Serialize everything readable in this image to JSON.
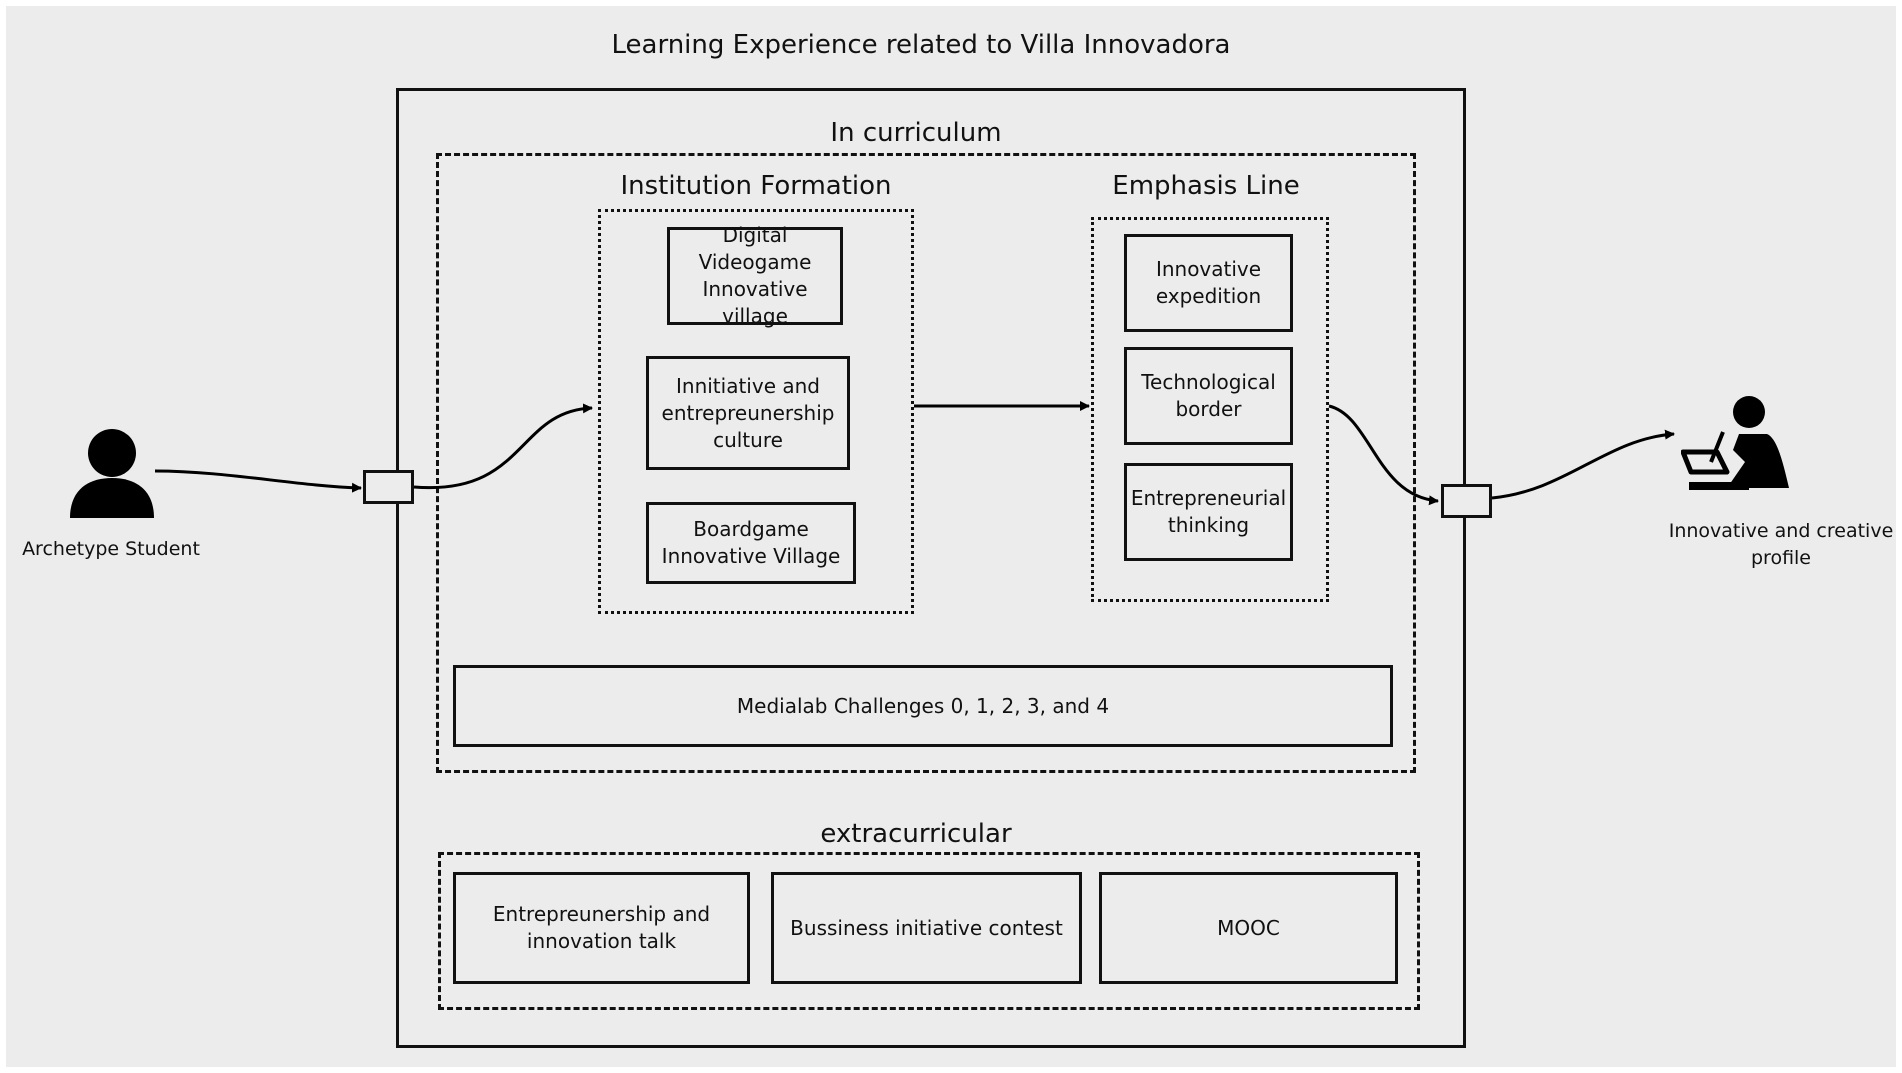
{
  "title": "Learning Experience related to Villa Innovadora",
  "left_actor": {
    "label": "Archetype Student",
    "icon": "person-icon"
  },
  "right_actor": {
    "label": "Innovative and creative profile",
    "icon": "person-writing-icon"
  },
  "curriculum": {
    "label": "In curriculum",
    "institution": {
      "label": "Institution Formation",
      "items": [
        "Digital Videogame Innovative village",
        "Innitiative and entrepreunership culture",
        "Boardgame Innovative Village"
      ]
    },
    "emphasis": {
      "label": "Emphasis Line",
      "items": [
        "Innovative expedition",
        "Technological border",
        "Entrepreneurial thinking"
      ]
    },
    "medialab": "Medialab Challenges 0, 1, 2, 3, and 4"
  },
  "extracurricular": {
    "label": "extracurricular",
    "items": [
      "Entrepreunership and innovation talk",
      "Bussiness initiative contest",
      "MOOC"
    ]
  }
}
